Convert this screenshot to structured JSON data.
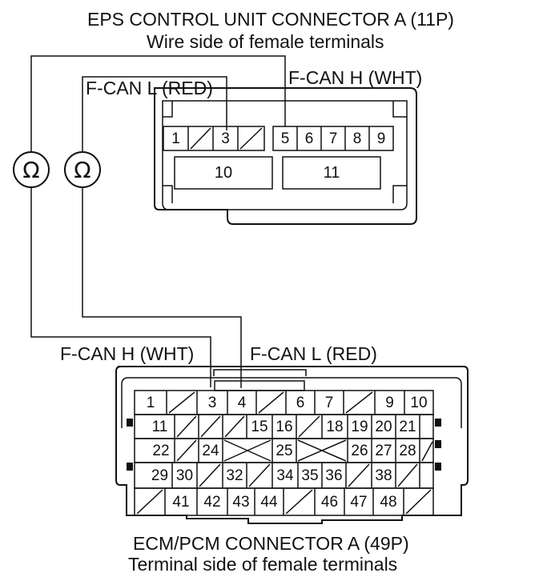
{
  "eps": {
    "title": "EPS CONTROL UNIT CONNECTOR A (11P)",
    "subtitle": "Wire side of female terminals",
    "label_l": "F-CAN L (RED)",
    "label_h": "F-CAN H (WHT)",
    "pins": [
      "1",
      "3",
      "5",
      "6",
      "7",
      "8",
      "9",
      "10",
      "11"
    ]
  },
  "ecm": {
    "title": "ECM/PCM CONNECTOR A (49P)",
    "subtitle": "Terminal side of female terminals",
    "label_h": "F-CAN H (WHT)",
    "label_l": "F-CAN L (RED)",
    "pins": [
      "1",
      "3",
      "4",
      "6",
      "7",
      "9",
      "10",
      "11",
      "15",
      "16",
      "18",
      "19",
      "20",
      "21",
      "22",
      "24",
      "25",
      "26",
      "27",
      "28",
      "29",
      "30",
      "32",
      "34",
      "35",
      "36",
      "38",
      "41",
      "42",
      "43",
      "44",
      "46",
      "47",
      "48"
    ]
  },
  "meter": {
    "symbol": "Ω"
  }
}
